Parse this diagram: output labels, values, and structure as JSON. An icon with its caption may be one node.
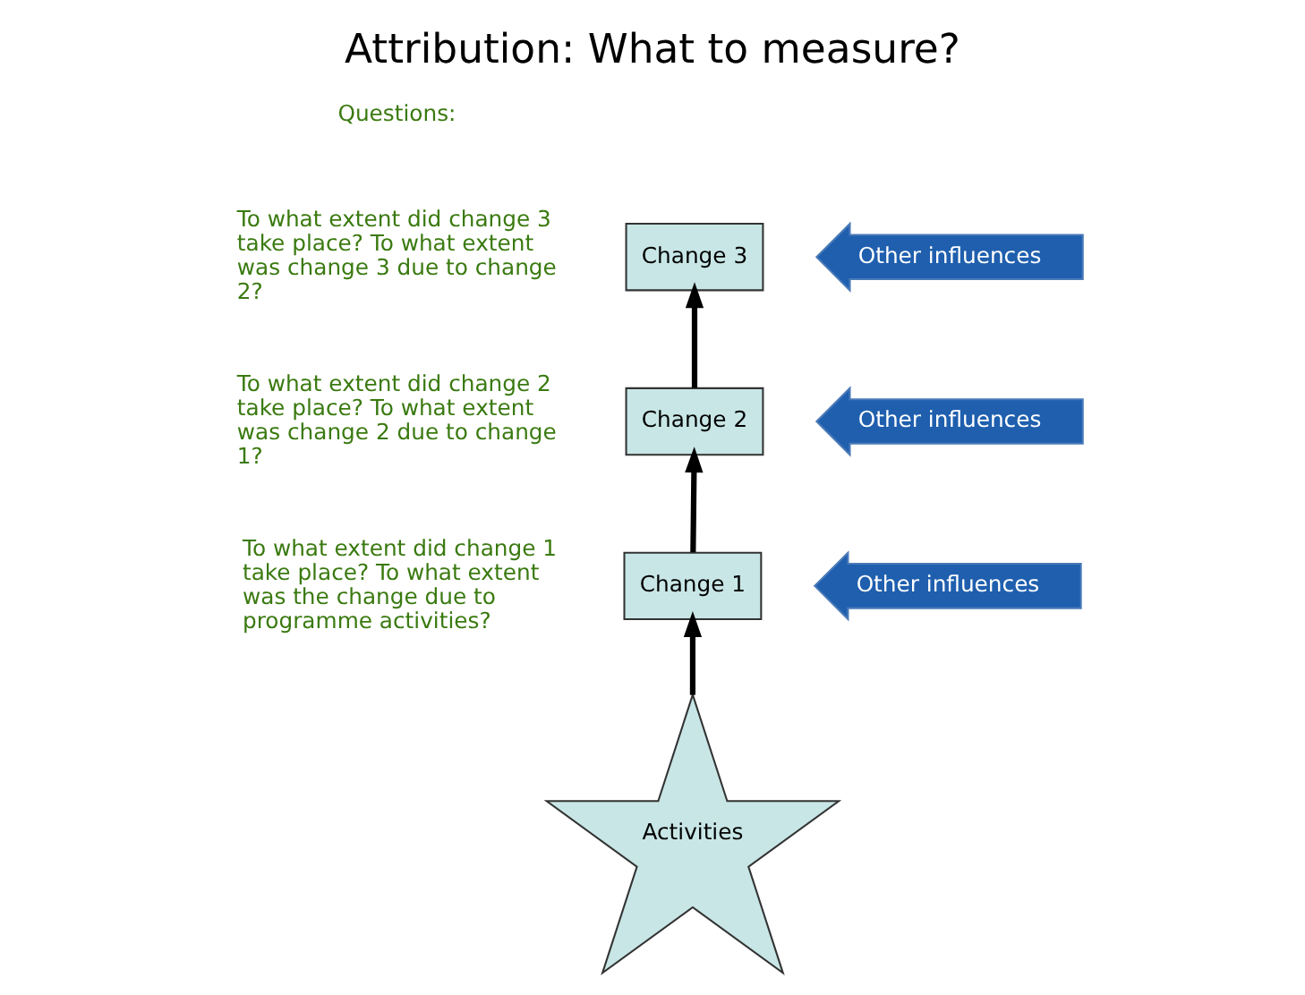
{
  "diagram": {
    "title": "Attribution: What to measure?",
    "nodes": [
      {
        "text": [
          "Change 3"
        ]
      },
      {
        "text": [
          "Change 2"
        ]
      },
      {
        "text": [
          "Change 1"
        ]
      },
      {
        "text": [
          "Activities"
        ]
      },
      {
        "text": [
          "Other influences"
        ]
      },
      {
        "text": [
          "Other influences"
        ]
      },
      {
        "text": [
          "Other influences"
        ]
      }
    ],
    "edges": [
      {
        "from": 3,
        "to": 2,
        "arrow": "to"
      },
      {
        "from": 2,
        "to": 1,
        "arrow": "to"
      },
      {
        "from": 1,
        "to": 0,
        "arrow": "to"
      }
    ],
    "labels": [
      "Questions:",
      "To what extent did change 3 take place? To what extent was change 3 due to change 2?",
      "To what extent did change 2 take place? To what extent was change 2 due to change 1?",
      "To what extent did change 1 take place? To what extent was the change due to programme activities?"
    ]
  }
}
